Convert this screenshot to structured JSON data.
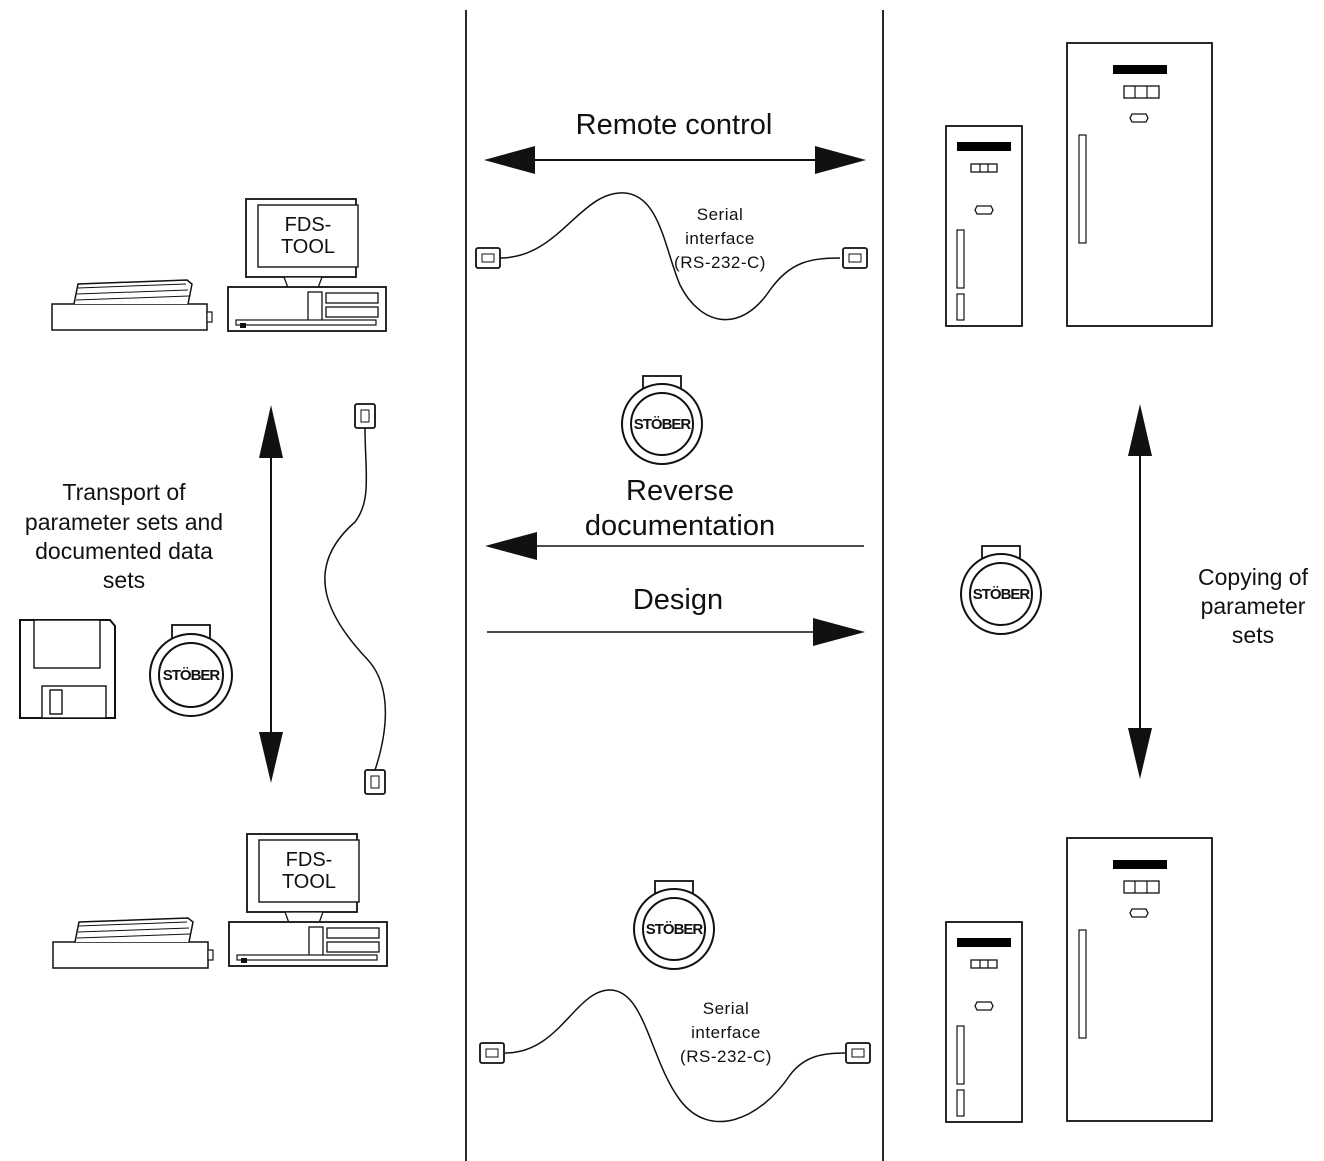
{
  "labels": {
    "remote_control": "Remote control",
    "serial_interface_top": [
      "Serial",
      "interface",
      "(RS-232-C)"
    ],
    "serial_interface_bottom": [
      "Serial",
      "interface",
      "(RS-232-C)"
    ],
    "reverse_documentation": [
      "Reverse",
      "documentation"
    ],
    "design": "Design",
    "transport": [
      "Transport of",
      "parameter sets and",
      "documented data",
      "sets"
    ],
    "copying": [
      "Copying of",
      "parameter",
      "sets"
    ]
  },
  "pc_screen_text": [
    "FDS-",
    "TOOL"
  ],
  "logo_text": "STÖBER",
  "colors": {
    "ink": "#111111",
    "fill": "#ffffff",
    "panel": "#000000"
  }
}
